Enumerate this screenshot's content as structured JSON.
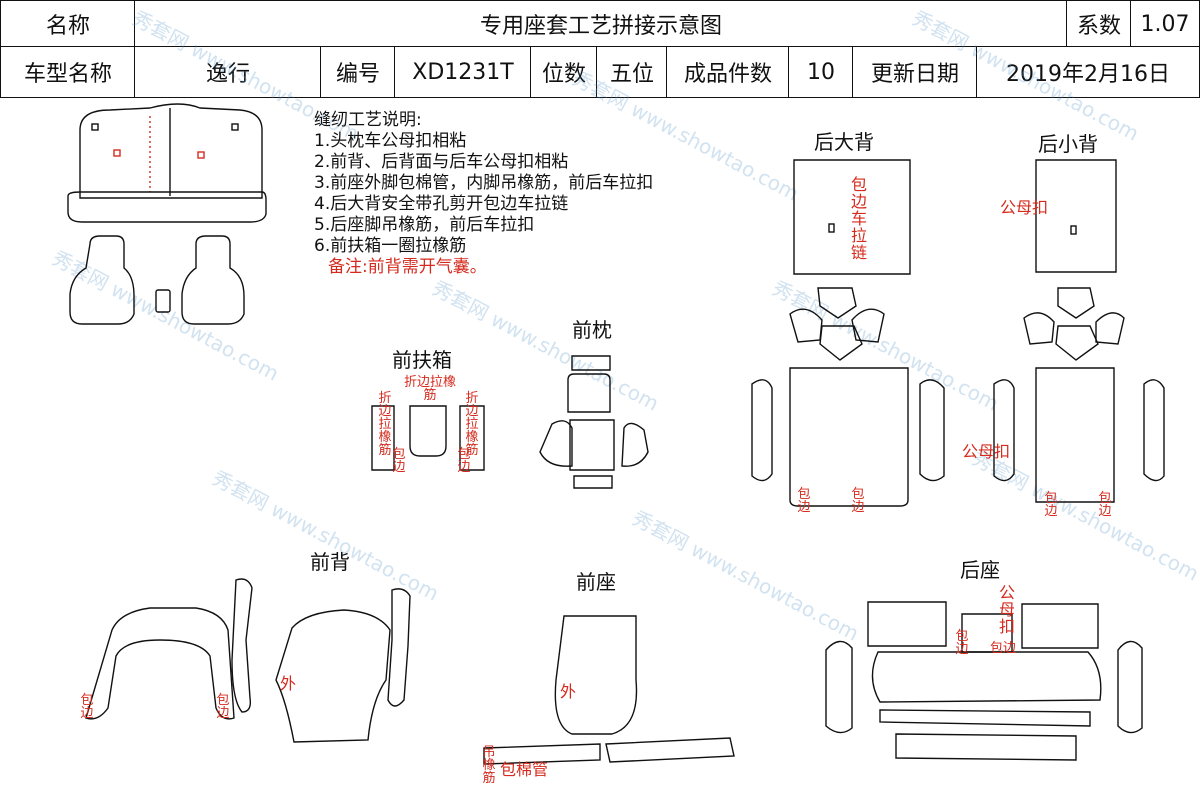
{
  "header": {
    "name_label": "名称",
    "title": "专用座套工艺拼接示意图",
    "coef_label": "系数",
    "coef_value": "1.07",
    "model_label": "车型名称",
    "model_value": "逸行",
    "code_label": "编号",
    "code_value": "XD1231T",
    "seats_label": "位数",
    "seats_value": "五位",
    "pieces_label": "成品件数",
    "pieces_value": "10",
    "date_label": "更新日期",
    "date_value": "2019年2月16日"
  },
  "notes": {
    "heading": "缝纫工艺说明:",
    "items": [
      "1.头枕车公母扣相粘",
      "2.前背、后背面与后车公母扣相粘",
      "3.前座外脚包棉管，内脚吊橡筋，前后车拉扣",
      "4.后大背安全带孔剪开包边车拉链",
      "5.后座脚吊橡筋，前后车拉扣",
      "6.前扶箱一圈拉橡筋"
    ],
    "remark": "备注:前背需开气囊。"
  },
  "sections": {
    "front_armrest": "前扶箱",
    "front_headrest": "前枕",
    "rear_big_back": "后大背",
    "rear_small_back": "后小背",
    "front_back": "前背",
    "front_seat": "前座",
    "rear_seat": "后座"
  },
  "annotations": {
    "fold_elastic": "折边拉橡筋",
    "binding": "包边",
    "outer": "外",
    "snap": "公母扣",
    "binding_zipper": "包边车拉链",
    "hang_elastic": "吊橡筋",
    "cotton_tube": "包棉管"
  },
  "watermark": "秀套网 www.showtao.com",
  "colors": {
    "line": "#111111",
    "annotation": "#d42b1e"
  }
}
